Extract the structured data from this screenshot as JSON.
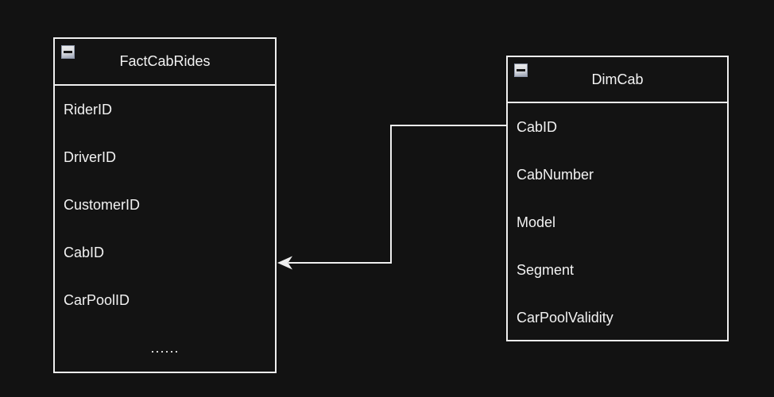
{
  "colors": {
    "background": "#121212",
    "line": "#efefef",
    "border": "#efefef",
    "text": "#f2f2f2"
  },
  "tables": [
    {
      "title": "FactCabRides",
      "collapse_icon": "minus-icon",
      "fields": [
        "RiderID",
        "DriverID",
        "CustomerID",
        "CabID",
        "CarPoolID"
      ],
      "more_indicator": "......"
    },
    {
      "title": "DimCab",
      "collapse_icon": "minus-icon",
      "fields": [
        "CabID",
        "CabNumber",
        "Model",
        "Segment",
        "CarPoolValidity"
      ]
    }
  ],
  "connector": {
    "from": "DimCab",
    "to": "FactCabRides",
    "arrow_points_at": "FactCabRides"
  }
}
